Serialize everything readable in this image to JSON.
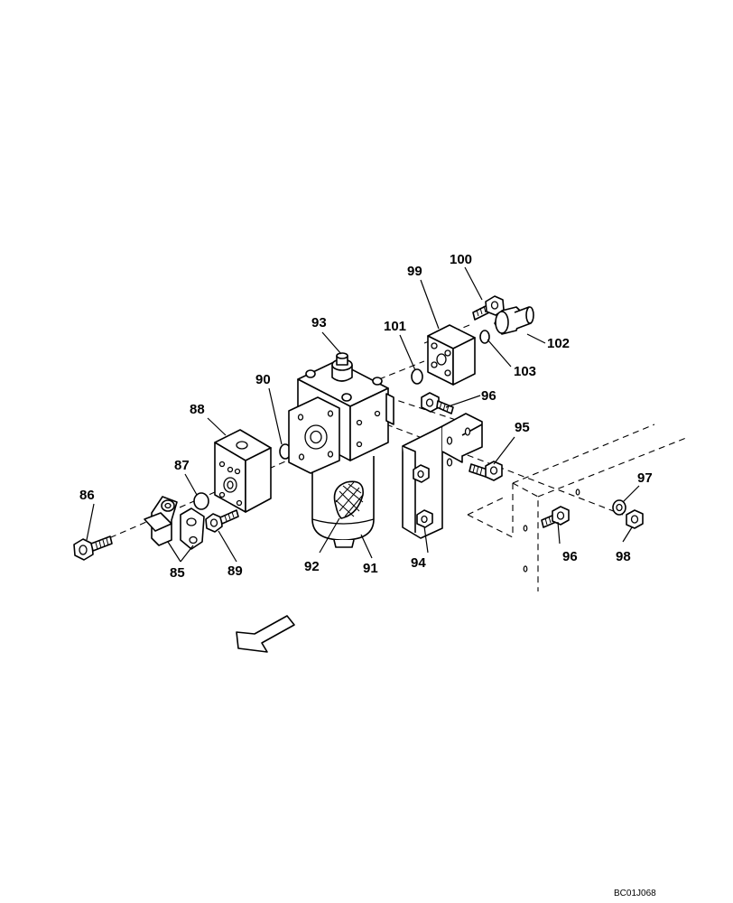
{
  "diagram": {
    "drawing_code": "BC01J068",
    "callouts": {
      "p85": "85",
      "p86": "86",
      "p87": "87",
      "p88": "88",
      "p89": "89",
      "p90": "90",
      "p91": "91",
      "p92": "92",
      "p93": "93",
      "p94": "94",
      "p95": "95",
      "p96a": "96",
      "p96b": "96",
      "p97": "97",
      "p98": "98",
      "p99": "99",
      "p100": "100",
      "p101": "101",
      "p102": "102",
      "p103": "103"
    }
  }
}
